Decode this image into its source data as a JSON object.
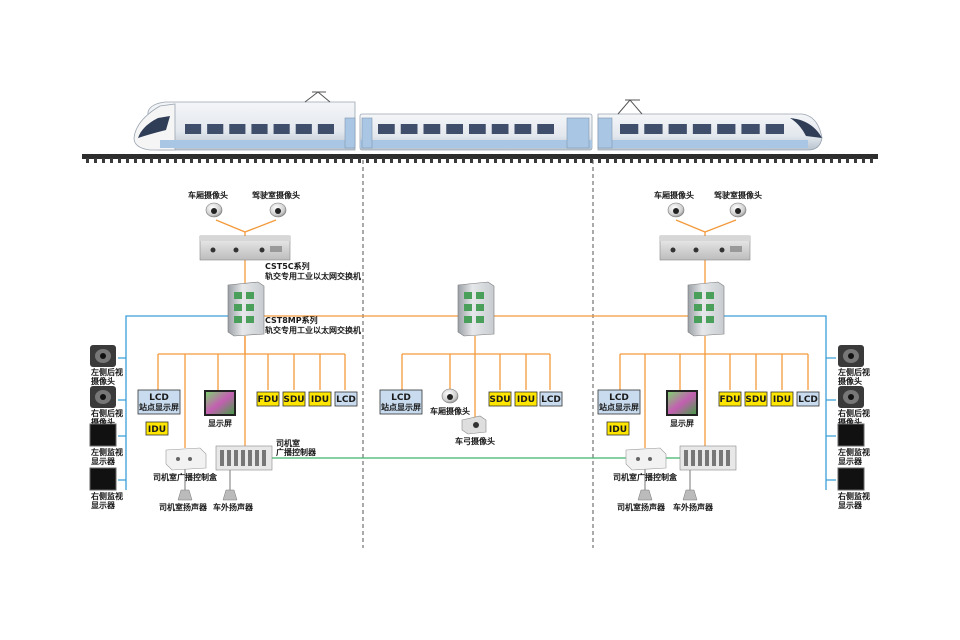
{
  "colors": {
    "orange": "#f39a3c",
    "blue": "#3a9fd8",
    "green": "#3db36b",
    "yellow": "#ffe600",
    "lightblue": "#c9dcef",
    "dark": "#2b2b2b"
  },
  "left": {
    "cam_carriage": "车厢摄像头",
    "cam_cab": "驾驶室摄像头",
    "switch1_line1": "CST5C系列",
    "switch1_line2": "轨交专用工业以太网交换机",
    "switch2_line1": "CST8MP系列",
    "switch2_line2": "轨交专用工业以太网交换机",
    "lcd_line1": "LCD",
    "lcd_line2": "站点显示屏",
    "idu": "IDU",
    "display": "显示屏",
    "fdu": "FDU",
    "sdu": "SDU",
    "idu2": "IDU",
    "lcd": "LCD",
    "broadcast_label1": "司机室",
    "broadcast_label2": "广播控制器",
    "ctrl_box": "司机室广播控制盒",
    "speaker_cab": "司机室扬声器",
    "speaker_out": "车外扬声器",
    "side1_line1": "左侧后视",
    "side1_line2": "摄像头",
    "side2_line1": "右侧后视",
    "side2_line2": "摄像头",
    "side3_line1": "左侧监视",
    "side3_line2": "显示器",
    "side4_line1": "右侧监视",
    "side4_line2": "显示器"
  },
  "middle": {
    "lcd_line1": "LCD",
    "lcd_line2": "站点显示屏",
    "cam_carriage": "车厢摄像头",
    "cam_bow": "车弓摄像头",
    "sdu": "SDU",
    "idu": "IDU",
    "lcd": "LCD"
  },
  "right": {
    "cam_carriage": "车厢摄像头",
    "cam_cab": "驾驶室摄像头",
    "lcd_line1": "LCD",
    "lcd_line2": "站点显示屏",
    "idu": "IDU",
    "display": "显示屏",
    "fdu": "FDU",
    "sdu": "SDU",
    "idu2": "IDU",
    "lcd": "LCD",
    "ctrl_box": "司机室广播控制盒",
    "speaker_cab": "司机室扬声器",
    "speaker_out": "车外扬声器",
    "side1_line1": "左侧后视",
    "side1_line2": "摄像头",
    "side2_line1": "右侧后视",
    "side2_line2": "摄像头",
    "side3_line1": "左侧监视",
    "side3_line2": "显示器",
    "side4_line1": "右侧监视",
    "side4_line2": "显示器"
  }
}
